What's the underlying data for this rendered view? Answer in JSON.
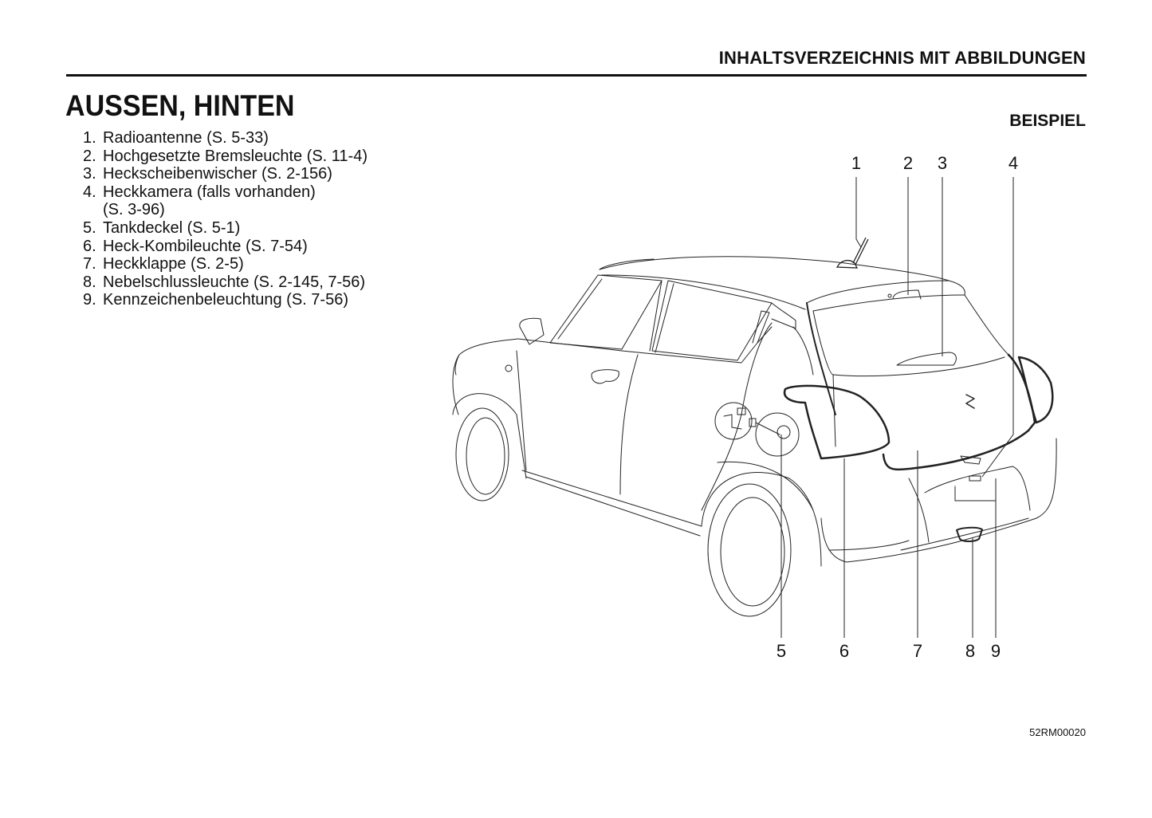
{
  "header": {
    "section": "INHALTSVERZEICHNIS MIT ABBILDUNGEN"
  },
  "page": {
    "title": "AUSSEN, HINTEN",
    "example_label": "BEISPIEL",
    "figure_code": "52RM00020"
  },
  "items": [
    {
      "num": "1.",
      "label": "Radioantenne (S. 5-33)"
    },
    {
      "num": "2.",
      "label": "Hochgesetzte Bremsleuchte (S. 11-4)"
    },
    {
      "num": "3.",
      "label": "Heckscheibenwischer (S. 2-156)"
    },
    {
      "num": "4.",
      "label": "Heckkamera (falls vorhanden)",
      "cont": "(S. 3-96)"
    },
    {
      "num": "5.",
      "label": "Tankdeckel (S. 5-1)"
    },
    {
      "num": "6.",
      "label": "Heck-Kombileuchte (S. 7-54)"
    },
    {
      "num": "7.",
      "label": "Heckklappe (S. 2-5)"
    },
    {
      "num": "8.",
      "label": "Nebelschlussleuchte (S. 2-145, 7-56)"
    },
    {
      "num": "9.",
      "label": "Kennzeichenbeleuchtung (S. 7-56)"
    }
  ],
  "callouts": [
    "1",
    "2",
    "3",
    "4",
    "5",
    "6",
    "7",
    "8",
    "9"
  ]
}
